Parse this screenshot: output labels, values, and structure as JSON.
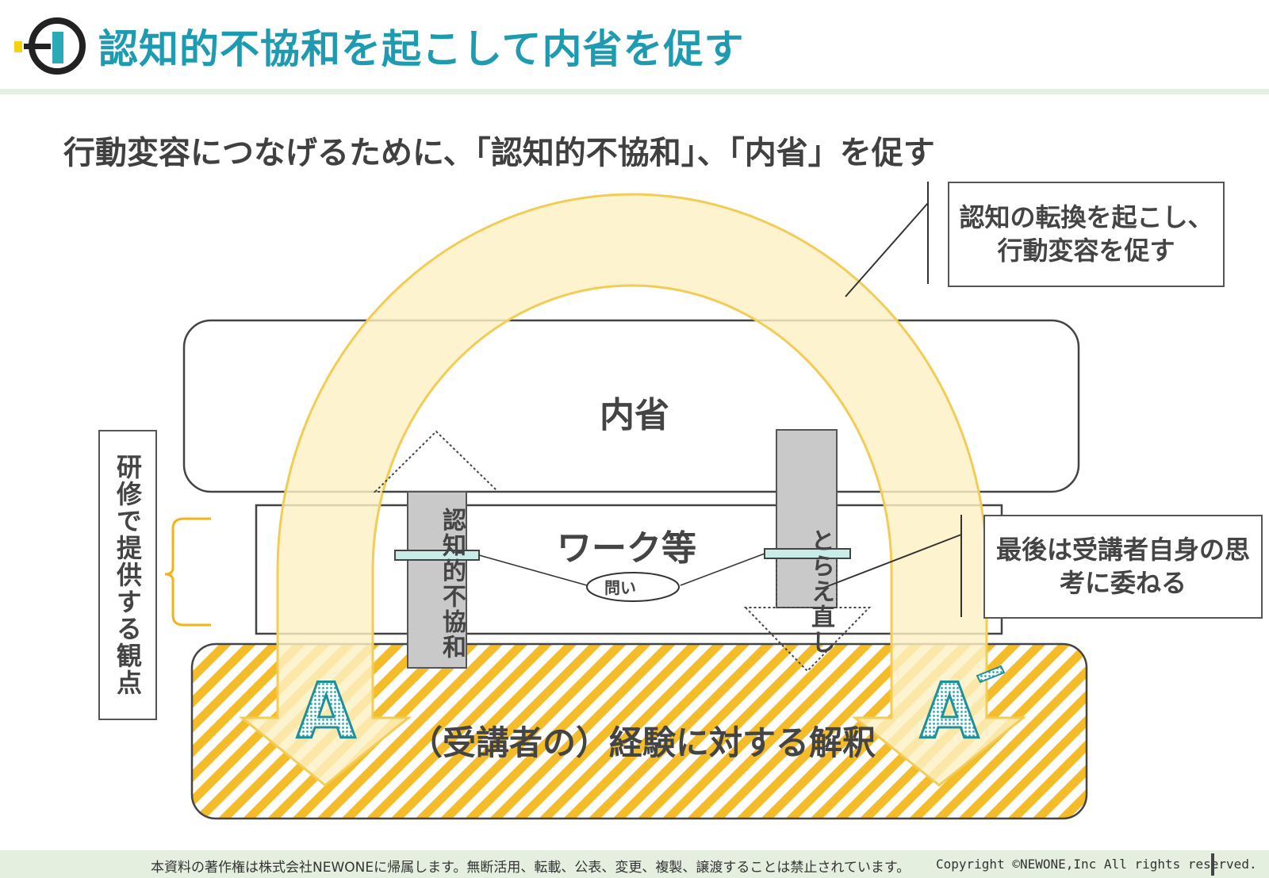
{
  "header": {
    "title": "認知的不協和を起こして内省を促す",
    "subtitle": "行動変容につなげるために、「認知的不協和」、「内省」を促す"
  },
  "callouts": {
    "top": "認知の転換を起こし、行動変容を促す",
    "right": "最後は受講者自身の思考に委ねる"
  },
  "side_label": "研修で提供する観点",
  "layers": {
    "naisei": "内省",
    "work": "ワーク等",
    "experience": "（受講者の）経験に対する解釈"
  },
  "arrows": {
    "up": "認知的不協和",
    "down": "とらえ直し",
    "question": "問い"
  },
  "letters": {
    "a": "A",
    "a_prime": "A´"
  },
  "footer": {
    "notice": "本資料の著作権は株式会社NEWONEに帰属します。無断活用、転載、公表、変更、複製、譲渡することは禁止されています。",
    "copyright": "Copyright ©NEWONE,Inc All rights reserved."
  },
  "colors": {
    "title": "#1e9bb0",
    "arc_fill": "#fdf0c4",
    "arc_stroke": "#f2cc55",
    "hatch": "#f5bc2a",
    "letter": "#2aa9b6",
    "bracket": "#f5b414"
  }
}
